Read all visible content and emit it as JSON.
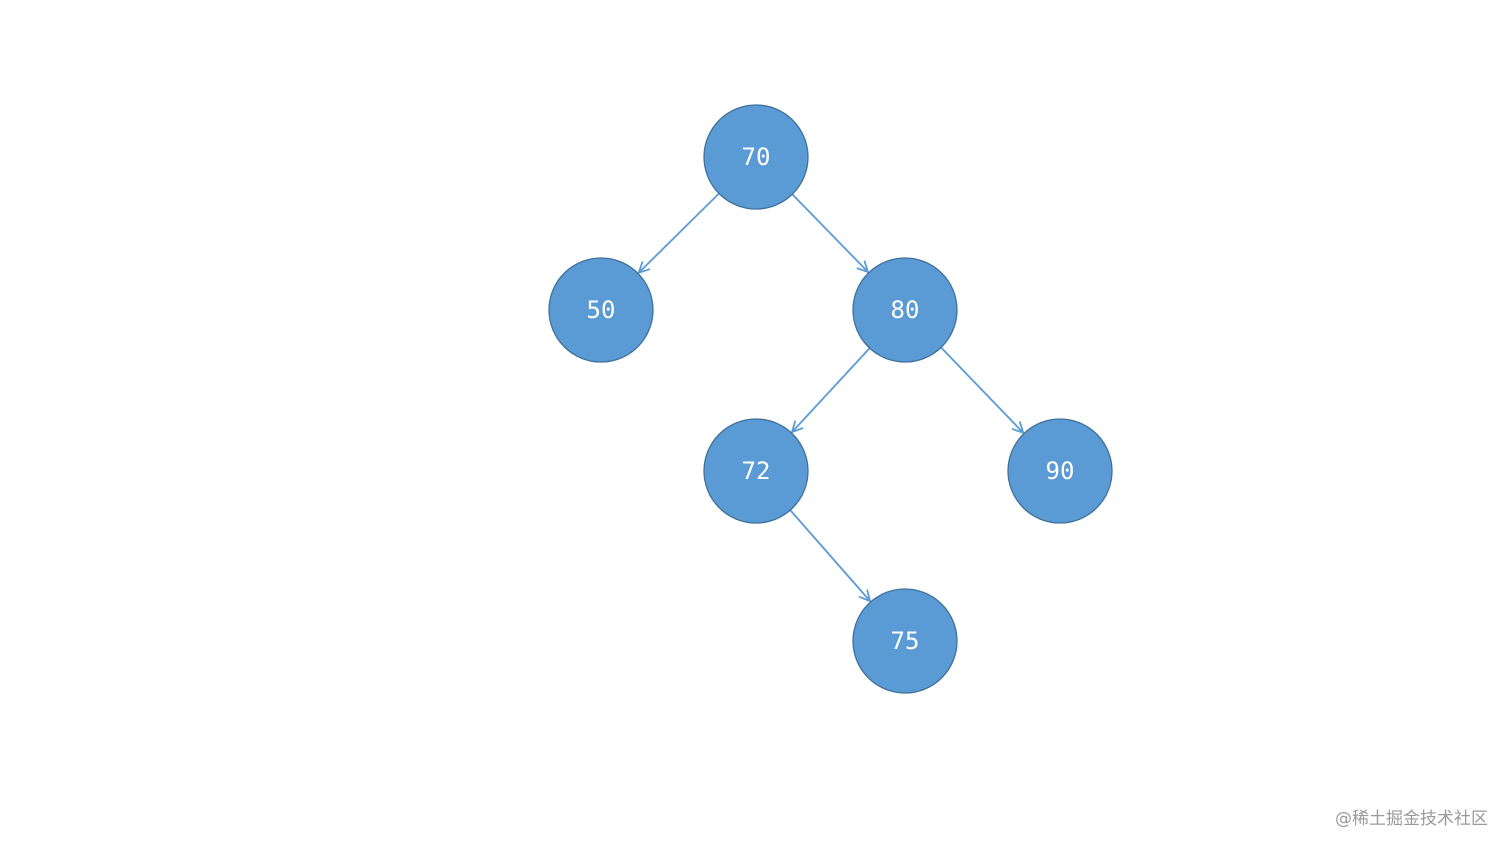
{
  "tree": {
    "nodes": [
      {
        "id": "n70",
        "label": "70"
      },
      {
        "id": "n50",
        "label": "50"
      },
      {
        "id": "n80",
        "label": "80"
      },
      {
        "id": "n72",
        "label": "72"
      },
      {
        "id": "n90",
        "label": "90"
      },
      {
        "id": "n75",
        "label": "75"
      }
    ],
    "edges": [
      {
        "from": "n70",
        "to": "n50"
      },
      {
        "from": "n70",
        "to": "n80"
      },
      {
        "from": "n80",
        "to": "n72"
      },
      {
        "from": "n80",
        "to": "n90"
      },
      {
        "from": "n72",
        "to": "n75"
      }
    ]
  },
  "colors": {
    "node_fill": "#5b9bd5",
    "node_stroke": "#41719c",
    "edge": "#5b9bd5",
    "label": "#ffffff"
  },
  "watermark": "@稀土掘金技术社区"
}
